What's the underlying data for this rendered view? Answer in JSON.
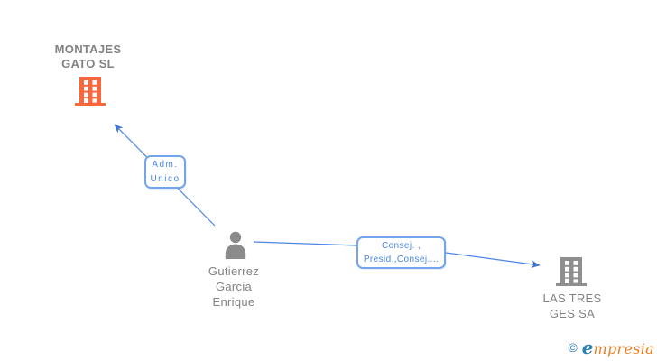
{
  "diagram": {
    "nodes": [
      {
        "id": "montajes-gato-sl",
        "type": "company",
        "label": "MONTAJES GATO SL",
        "lines": [
          "MONTAJES",
          "GATO SL"
        ],
        "icon": "building-icon",
        "icon_color": "#fa673c"
      },
      {
        "id": "gutierrez-garcia-enrique",
        "type": "person",
        "label": "Gutierrez Garcia Enrique",
        "lines": [
          "Gutierrez",
          "Garcia",
          "Enrique"
        ],
        "icon": "person-icon",
        "icon_color": "#8b8b8b"
      },
      {
        "id": "las-tres-ges-sa",
        "type": "company",
        "label": "LAS TRES GES SA",
        "lines": [
          "LAS TRES",
          "GES SA"
        ],
        "icon": "building-icon",
        "icon_color": "#8f8f8f"
      }
    ],
    "relationships": [
      {
        "from": "gutierrez-garcia-enrique",
        "to": "montajes-gato-sl",
        "label": "Adm. Unico",
        "lines": [
          "Adm.",
          "Unico"
        ]
      },
      {
        "from": "gutierrez-garcia-enrique",
        "to": "las-tres-ges-sa",
        "label": "Consej. , Presid.,Consej....",
        "lines": [
          "Consej. ,",
          "Presid.,Consej...."
        ]
      }
    ],
    "colors": {
      "edge_line": "#4a86e8",
      "arrow_fill": "#3f76d6",
      "relationship_box_border": "#74a4ee",
      "relationship_box_text": "#4a86e8",
      "node_text": "#828282"
    }
  },
  "footer": {
    "copyright_symbol": "©",
    "brand_first_letter": "e",
    "brand_rest": "mpresia"
  }
}
